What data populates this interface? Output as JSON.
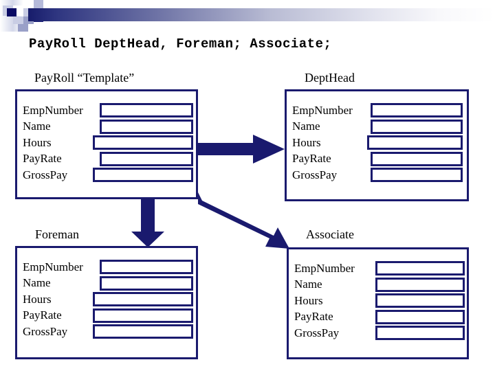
{
  "slide": {
    "title": "PayRoll DeptHead, Foreman; Associate;",
    "accent_color": "#1a1a6e",
    "decoration": {
      "name": "corner-squares-and-gradient-bar",
      "gradient_from": "#171c6b",
      "gradient_to": "#ffffff"
    }
  },
  "classes": [
    {
      "id": "payroll",
      "label": "PayRoll “Template”",
      "fields": [
        {
          "name": "EmpNumber",
          "value": "",
          "input_width": 136
        },
        {
          "name": "Name",
          "value": "",
          "input_width": 136
        },
        {
          "name": "Hours",
          "value": "",
          "input_width": 146
        },
        {
          "name": "PayRate",
          "value": "",
          "input_width": 136
        },
        {
          "name": "GrossPay",
          "value": "",
          "input_width": 146
        }
      ]
    },
    {
      "id": "depthead",
      "label": "DeptHead",
      "fields": [
        {
          "name": "EmpNumber",
          "value": "",
          "input_width": 134
        },
        {
          "name": "Name",
          "value": "",
          "input_width": 134
        },
        {
          "name": "Hours",
          "value": "",
          "input_width": 139
        },
        {
          "name": "PayRate",
          "value": "",
          "input_width": 134
        },
        {
          "name": "GrossPay",
          "value": "",
          "input_width": 134
        }
      ]
    },
    {
      "id": "foreman",
      "label": "Foreman",
      "fields": [
        {
          "name": "EmpNumber",
          "value": "",
          "input_width": 136
        },
        {
          "name": "Name",
          "value": "",
          "input_width": 136
        },
        {
          "name": "Hours",
          "value": "",
          "input_width": 146
        },
        {
          "name": "PayRate",
          "value": "",
          "input_width": 146
        },
        {
          "name": "GrossPay",
          "value": "",
          "input_width": 146
        }
      ]
    },
    {
      "id": "associate",
      "label": "Associate",
      "fields": [
        {
          "name": "EmpNumber",
          "value": "",
          "input_width": 130
        },
        {
          "name": "Name",
          "value": "",
          "input_width": 130
        },
        {
          "name": "Hours",
          "value": "",
          "input_width": 130
        },
        {
          "name": "PayRate",
          "value": "",
          "input_width": 130
        },
        {
          "name": "GrossPay",
          "value": "",
          "input_width": 130
        }
      ]
    }
  ],
  "arrows": [
    {
      "id": "payroll-to-depthead",
      "direction": "right",
      "color": "#1a1a6e"
    },
    {
      "id": "payroll-to-foreman",
      "direction": "down",
      "color": "#1a1a6e"
    },
    {
      "id": "payroll-to-associate",
      "direction": "diagonal",
      "color": "#1a1a6e"
    }
  ]
}
